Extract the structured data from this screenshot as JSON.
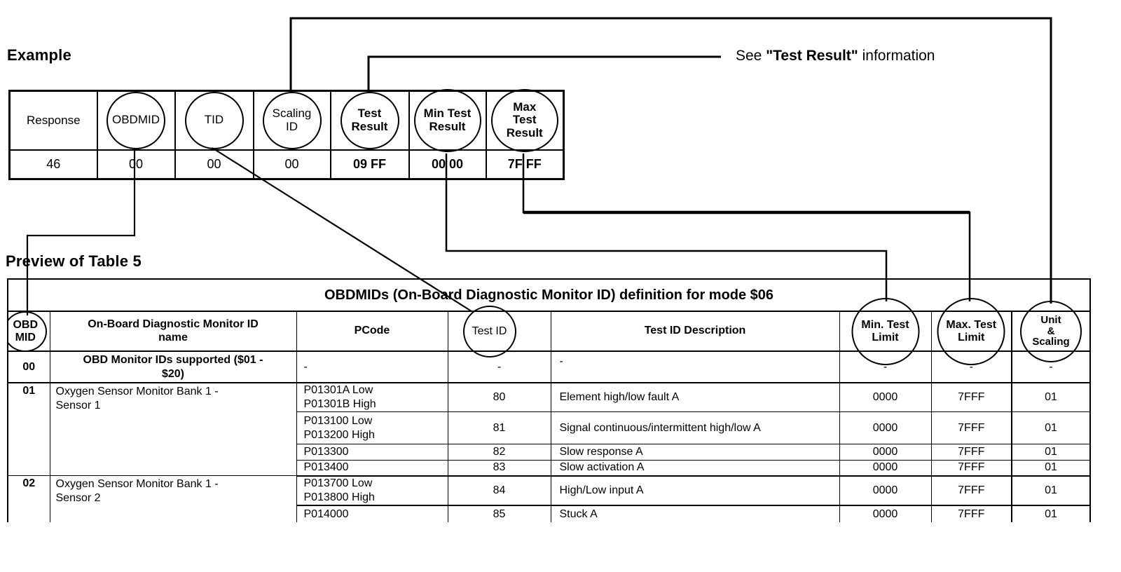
{
  "labels": {
    "example": "Example",
    "preview": "Preview of Table 5"
  },
  "see_note": {
    "prefix": "See ",
    "bold": "\"Test Result\"",
    "suffix": " information"
  },
  "example_table": {
    "columns": [
      {
        "header": "Response",
        "value": "46"
      },
      {
        "header": "OBDMID",
        "value": "00"
      },
      {
        "header": "TID",
        "value": "00"
      },
      {
        "header": [
          "Scaling",
          "ID"
        ],
        "value": "00"
      },
      {
        "header": [
          "Test",
          "Result"
        ],
        "value": "09 FF"
      },
      {
        "header": [
          "Min Test",
          "Result"
        ],
        "value": "00 00"
      },
      {
        "header": [
          "Max",
          "Test",
          "Result"
        ],
        "value": "7F FF"
      }
    ]
  },
  "table5": {
    "title": "OBDMIDs (On-Board Diagnostic Monitor ID) definition for mode $06",
    "headers": {
      "mid": [
        "OBD",
        "MID"
      ],
      "name": [
        "On-Board Diagnostic Monitor ID",
        "name"
      ],
      "pcode": "PCode",
      "test_id": "Test ID",
      "description": "Test ID Description",
      "min": [
        "Min. Test",
        "Limit"
      ],
      "max": [
        "Max. Test",
        "Limit"
      ],
      "unit": [
        "Unit",
        "&",
        "Scaling"
      ]
    },
    "rows": {
      "r00": {
        "mid": "00",
        "name": "OBD Monitor IDs supported ($01 - $20)",
        "pcode": "-",
        "test_id": "-",
        "desc": "-",
        "min": "-",
        "max": "-",
        "unit": "-"
      },
      "r01": {
        "mid": "01",
        "name": [
          "Oxygen Sensor Monitor Bank 1 -",
          "Sensor 1"
        ],
        "sub": [
          {
            "pcode": [
              "P01301A Low",
              "P01301B High"
            ],
            "test_id": "80",
            "desc": "Element high/low fault A",
            "min": "0000",
            "max": "7FFF",
            "unit": "01"
          },
          {
            "pcode": [
              "P013100 Low",
              "P013200 High"
            ],
            "test_id": "81",
            "desc": "Signal continuous/intermittent high/low A",
            "min": "0000",
            "max": "7FFF",
            "unit": "01"
          },
          {
            "pcode": "P013300",
            "test_id": "82",
            "desc": "Slow response A",
            "min": "0000",
            "max": "7FFF",
            "unit": "01"
          },
          {
            "pcode": "P013400",
            "test_id": "83",
            "desc": "Slow activation A",
            "min": "0000",
            "max": "7FFF",
            "unit": "01"
          }
        ]
      },
      "r02": {
        "mid": "02",
        "name": [
          "Oxygen Sensor Monitor Bank 1 -",
          "Sensor 2"
        ],
        "sub": [
          {
            "pcode": [
              "P013700 Low",
              "P013800 High"
            ],
            "test_id": "84",
            "desc": "High/Low input A",
            "min": "0000",
            "max": "7FFF",
            "unit": "01"
          },
          {
            "pcode": "P014000",
            "test_id": "85",
            "desc": "Stuck A",
            "min": "0000",
            "max": "7FFF",
            "unit": "01"
          }
        ]
      }
    }
  },
  "colors": {
    "ink": "#000000",
    "paper": "#ffffff"
  }
}
